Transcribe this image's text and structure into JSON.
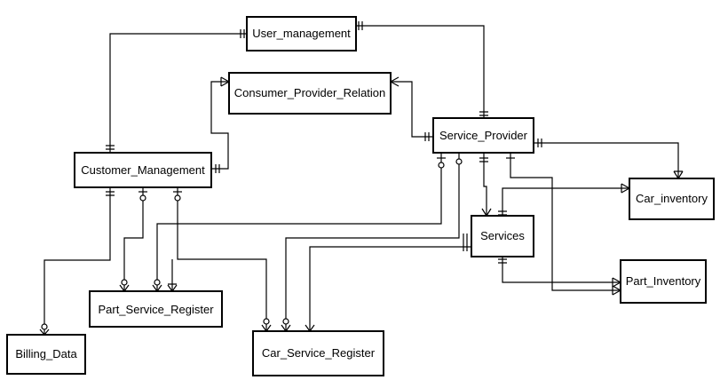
{
  "entities": {
    "user_management": "User_management",
    "consumer_provider_relation": "Consumer_Provider_Relation",
    "service_provider": "Service_Provider",
    "customer_management": "Customer_Management",
    "car_inventory": "Car_inventory",
    "services": "Services",
    "part_inventory": "Part_Inventory",
    "part_service_register": "Part_Service_Register",
    "billing_data": "Billing_Data",
    "car_service_register": "Car_Service_Register"
  },
  "colors": {
    "line": "#000000",
    "background": "#ffffff"
  }
}
